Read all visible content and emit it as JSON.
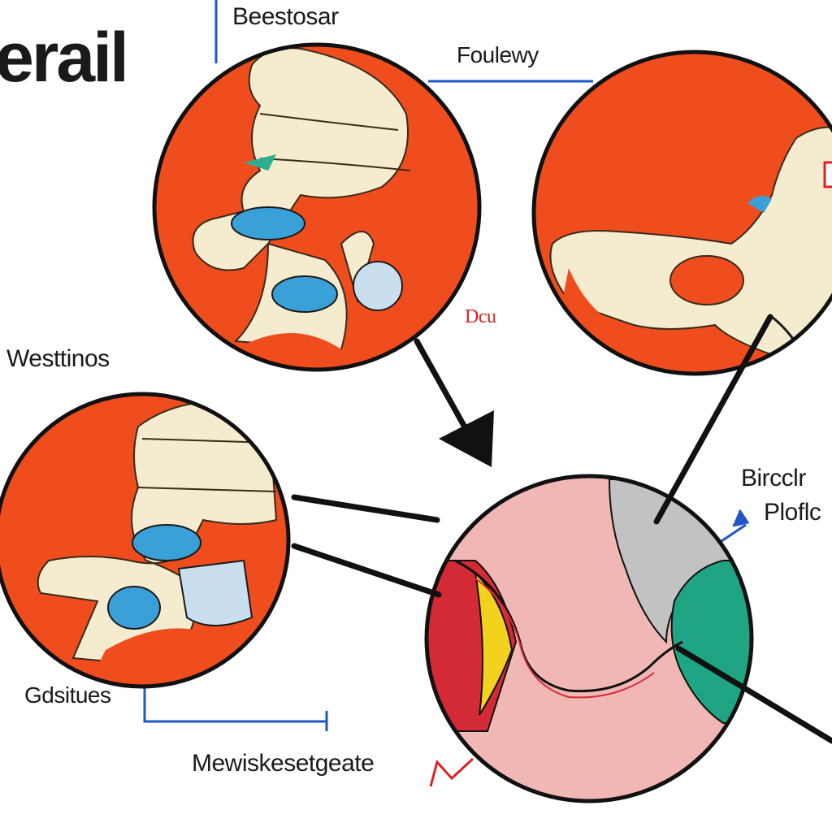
{
  "labels": {
    "title": "erail",
    "top_center": "Beestosar",
    "top_right": "Foulewy",
    "left_middle": "Westtinos",
    "red_note": "Dcu",
    "right_1": "Bircclr",
    "right_2": "Ploflc",
    "bottom_left": "Gdsitues",
    "bottom_center": "Mewiskesetgeate"
  },
  "colors": {
    "circle_bg": "#f04d1e",
    "bone": "#f5ecd0",
    "cartilage_blue": "#3aa0d8",
    "center_pink": "#f1b7b5",
    "accent_red": "#d42a36",
    "accent_yellow": "#f3d21d",
    "accent_teal": "#1fa583",
    "accent_gray": "#c2c2c2",
    "connector_blue": "#2255c8"
  }
}
